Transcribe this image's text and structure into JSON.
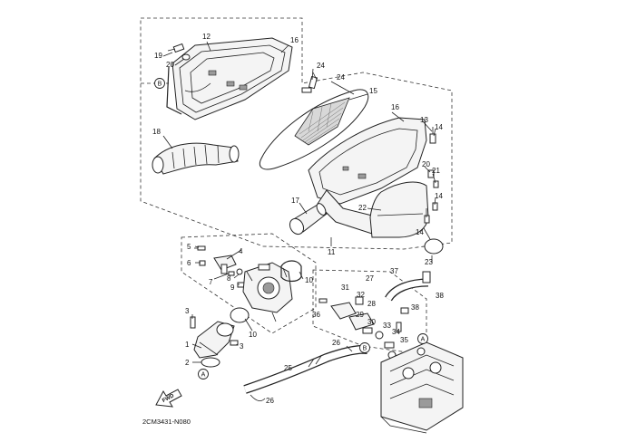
{
  "diagram": {
    "code": "2CM3431-N080",
    "fwd_label": "FWD",
    "ref_marks": [
      "A",
      "B"
    ],
    "labels": {
      "l1": "1",
      "l2": "2",
      "l3": "3",
      "l4": "4",
      "l5": "5",
      "l6": "6",
      "l7": "7",
      "l8": "8",
      "l9": "9",
      "l10a": "10",
      "l10b": "10",
      "l11": "11",
      "l12": "12",
      "l13": "13",
      "l14a": "14",
      "l14b": "14",
      "l14c": "14",
      "l15": "15",
      "l16a": "16",
      "l16b": "16",
      "l17": "17",
      "l18": "18",
      "l19": "19",
      "l20a": "20",
      "l20b": "20",
      "l21": "21",
      "l22": "22",
      "l23": "23",
      "l24a": "24",
      "l24b": "24",
      "l25": "25",
      "l26a": "26",
      "l26b": "26",
      "l27": "27",
      "l28": "28",
      "l29": "29",
      "l30": "30",
      "l31": "31",
      "l32": "32",
      "l33": "33",
      "l34": "34",
      "l35": "35",
      "l36": "36",
      "l37": "37",
      "l38a": "38",
      "l38b": "38"
    }
  }
}
